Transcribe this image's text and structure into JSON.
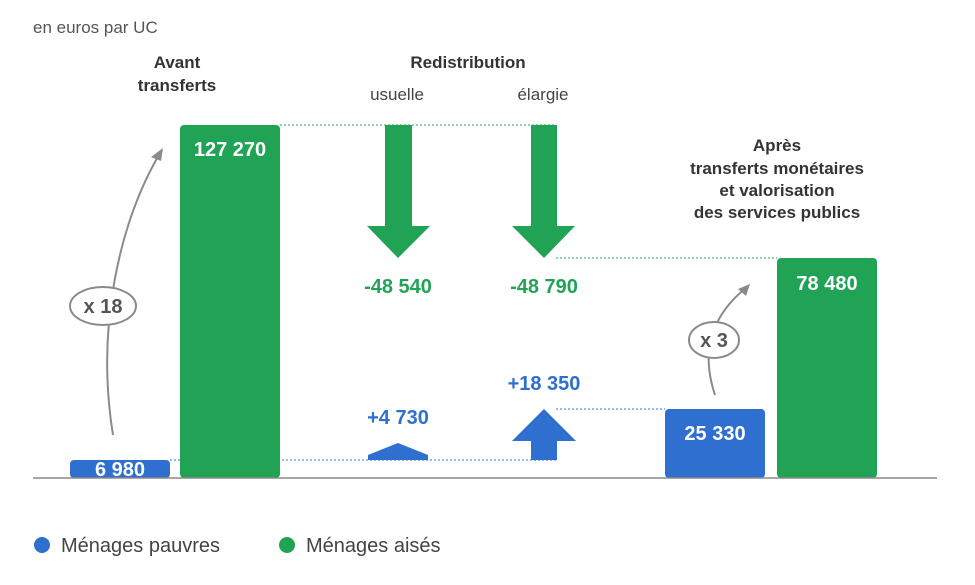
{
  "colors": {
    "poor": "#2e6fcf",
    "rich": "#21a356",
    "text": "#333333",
    "muted": "#555555",
    "axis": "#8a8a8a"
  },
  "chart_data": {
    "type": "bar",
    "unit_label": "en euros par UC",
    "headers": {
      "before": [
        "Avant",
        "transferts"
      ],
      "redistribution": "Redistribution",
      "usual": "usuelle",
      "extended": "élargie",
      "after": [
        "Après",
        "transferts monétaires",
        "et valorisation",
        "des services publics"
      ]
    },
    "series": [
      {
        "name": "Ménages pauvres"
      },
      {
        "name": "Ménages aisés"
      }
    ],
    "before": {
      "poor": 6980,
      "rich": 127270,
      "poor_label": "6 980",
      "rich_label": "127 270",
      "ratio_label": "x 18"
    },
    "redistribution_usual": {
      "poor": 4730,
      "rich": -48540,
      "poor_label": "+4 730",
      "rich_label": "-48 540"
    },
    "redistribution_extended": {
      "poor": 18350,
      "rich": -48790,
      "poor_label": "+18 350",
      "rich_label": "-48 790"
    },
    "after": {
      "poor": 25330,
      "rich": 78480,
      "poor_label": "25 330",
      "rich_label": "78 480",
      "ratio_label": "x 3"
    }
  },
  "legend": [
    {
      "label": "Ménages pauvres",
      "color": "#2e6fcf"
    },
    {
      "label": "Ménages aisés",
      "color": "#21a356"
    }
  ]
}
